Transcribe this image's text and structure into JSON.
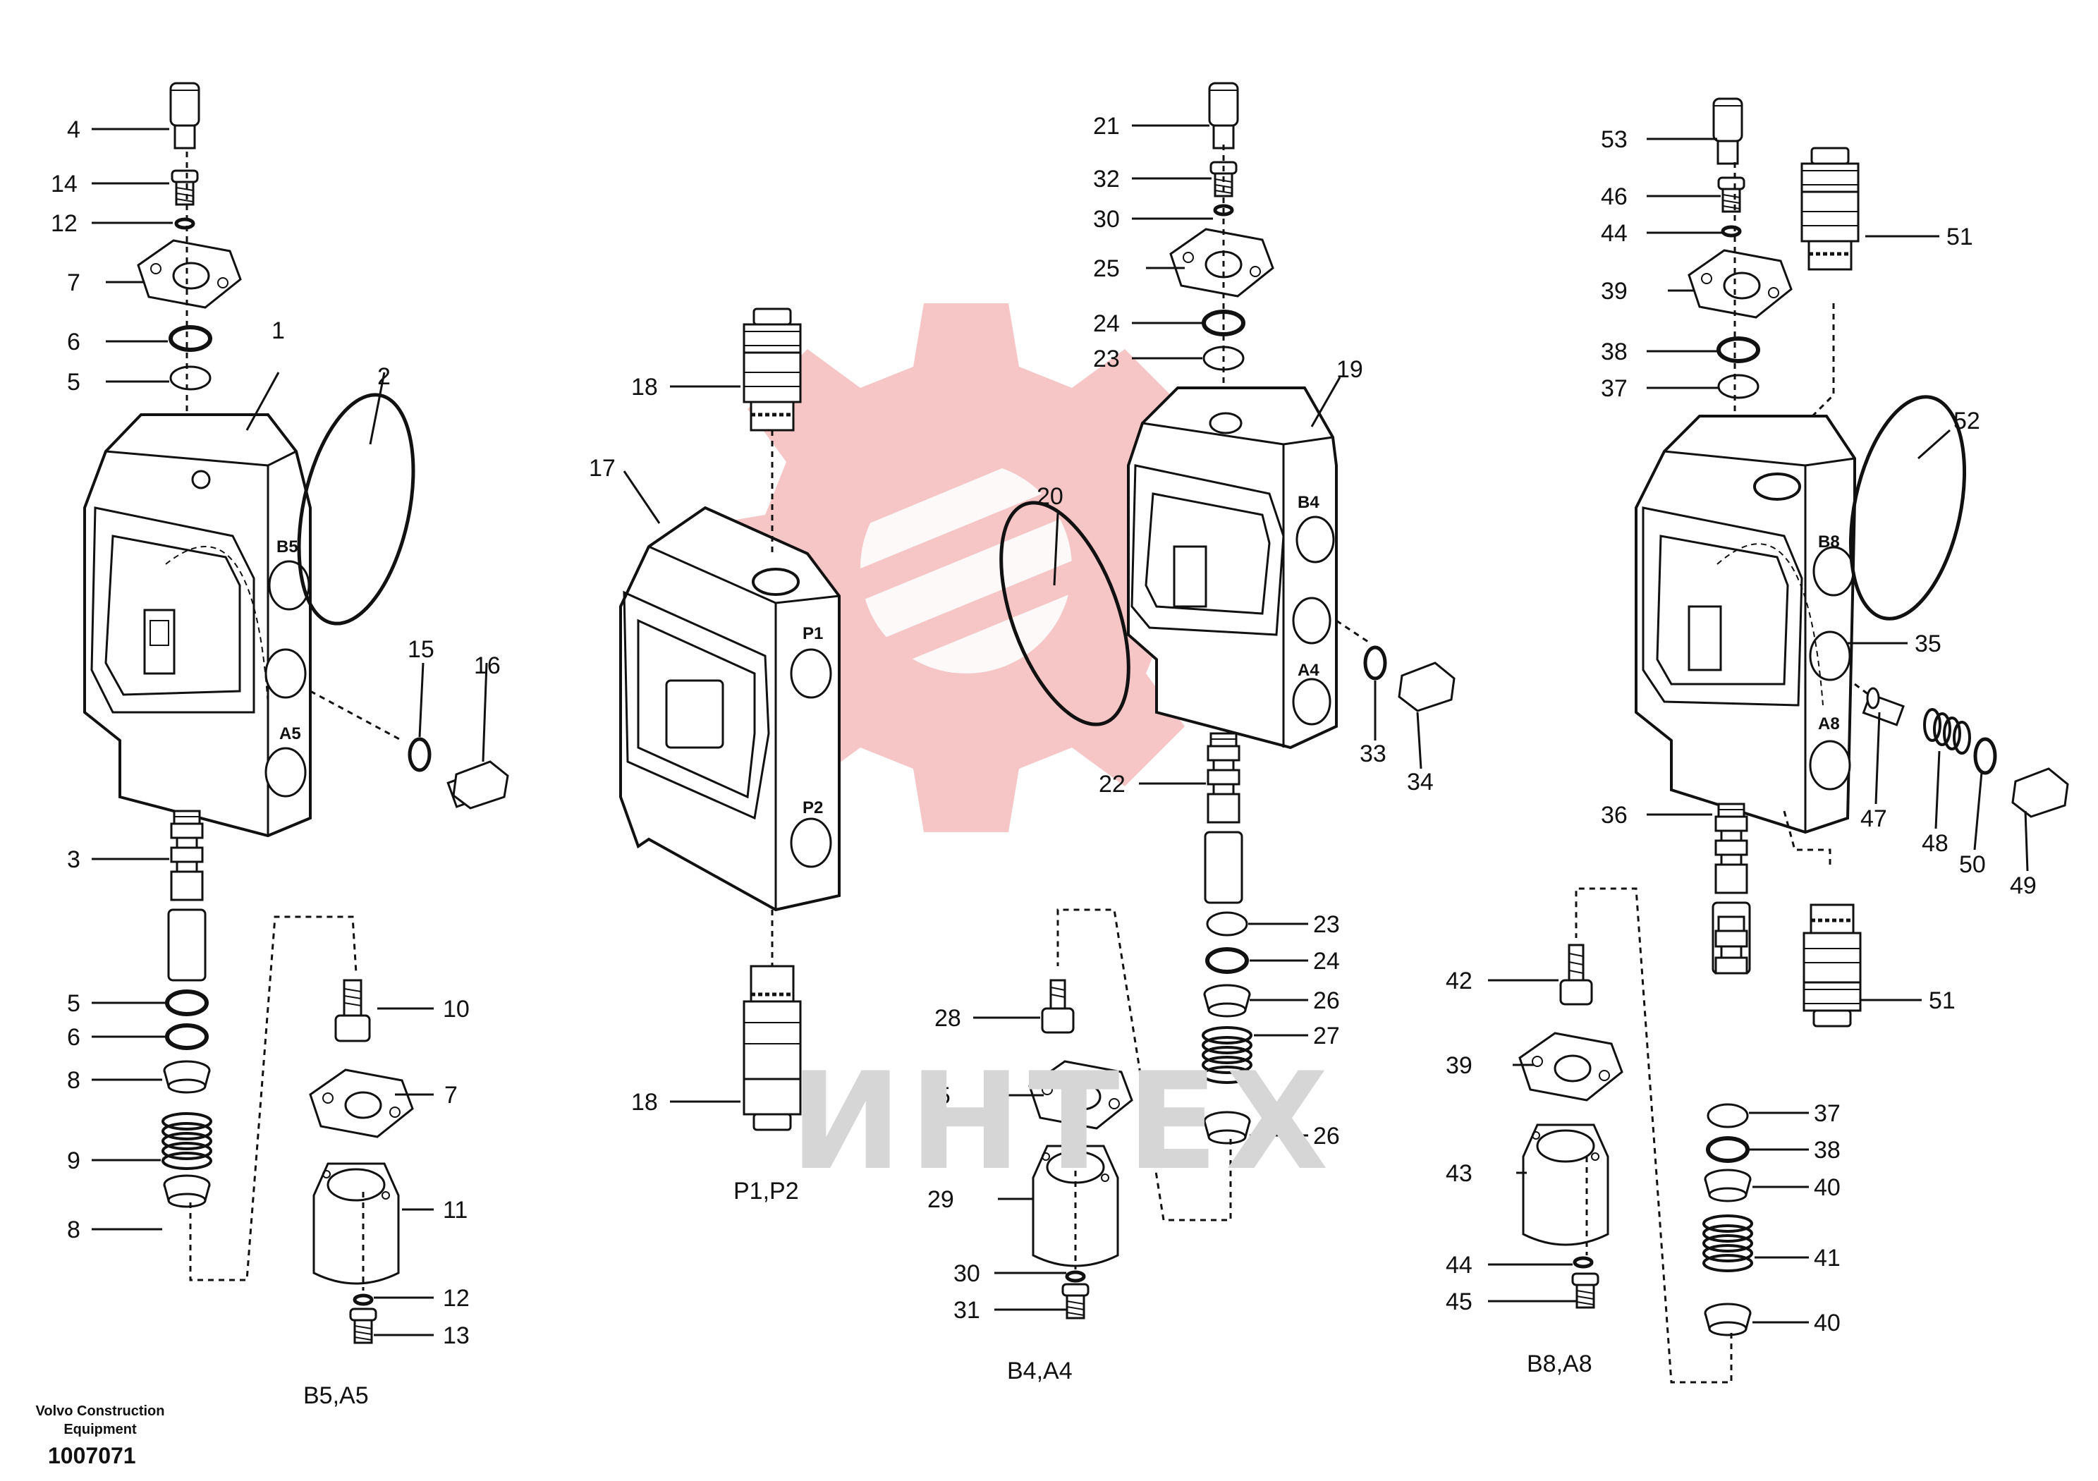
{
  "colors": {
    "ink": "#111111",
    "watermark": "#f3b3b3",
    "watermark_text": "#d6d6d6"
  },
  "watermark": {
    "text": "ИНТЕХ",
    "icon": "gear-logo-icon"
  },
  "brand": {
    "line1": "Volvo Construction",
    "line2": "Equipment",
    "doc_number": "1007071"
  },
  "captions": {
    "group1": "B5,A5",
    "group2": "P1,P2",
    "group3": "B4,A4",
    "group4": "B8,A8"
  },
  "ports": {
    "b5": "B5",
    "a5": "A5",
    "p1": "P1",
    "p2": "P2",
    "b4": "B4",
    "a4": "A4",
    "b8": "B8",
    "a8": "A8"
  },
  "callouts": {
    "c4": "4",
    "c14": "14",
    "c12a": "12",
    "c7a": "7",
    "c6a": "6",
    "c5a": "5",
    "c1": "1",
    "c2": "2",
    "c15": "15",
    "c16": "16",
    "c3": "3",
    "c5b": "5",
    "c6b": "6",
    "c8a": "8",
    "c9": "9",
    "c8b": "8",
    "c10": "10",
    "c7b": "7",
    "c11": "11",
    "c12b": "12",
    "c13": "13",
    "c18a": "18",
    "c17": "17",
    "c18b": "18",
    "c21": "21",
    "c32": "32",
    "c30a": "30",
    "c25a": "25",
    "c24a": "24",
    "c23a": "23",
    "c19": "19",
    "c20": "20",
    "c33": "33",
    "c34": "34",
    "c22": "22",
    "c23b": "23",
    "c24b": "24",
    "c26a": "26",
    "c27": "27",
    "c26b": "26",
    "c28": "28",
    "c25b": "25",
    "c29": "29",
    "c30b": "30",
    "c31": "31",
    "c53": "53",
    "c46": "46",
    "c44a": "44",
    "c39a": "39",
    "c38a": "38",
    "c37a": "37",
    "c51a": "51",
    "c52": "52",
    "c35": "35",
    "c47": "47",
    "c48": "48",
    "c50": "50",
    "c49": "49",
    "c36": "36",
    "c51b": "51",
    "c42": "42",
    "c39b": "39",
    "c43": "43",
    "c44b": "44",
    "c45": "45",
    "c37b": "37",
    "c38b": "38",
    "c40a": "40",
    "c41": "41",
    "c40b": "40"
  }
}
